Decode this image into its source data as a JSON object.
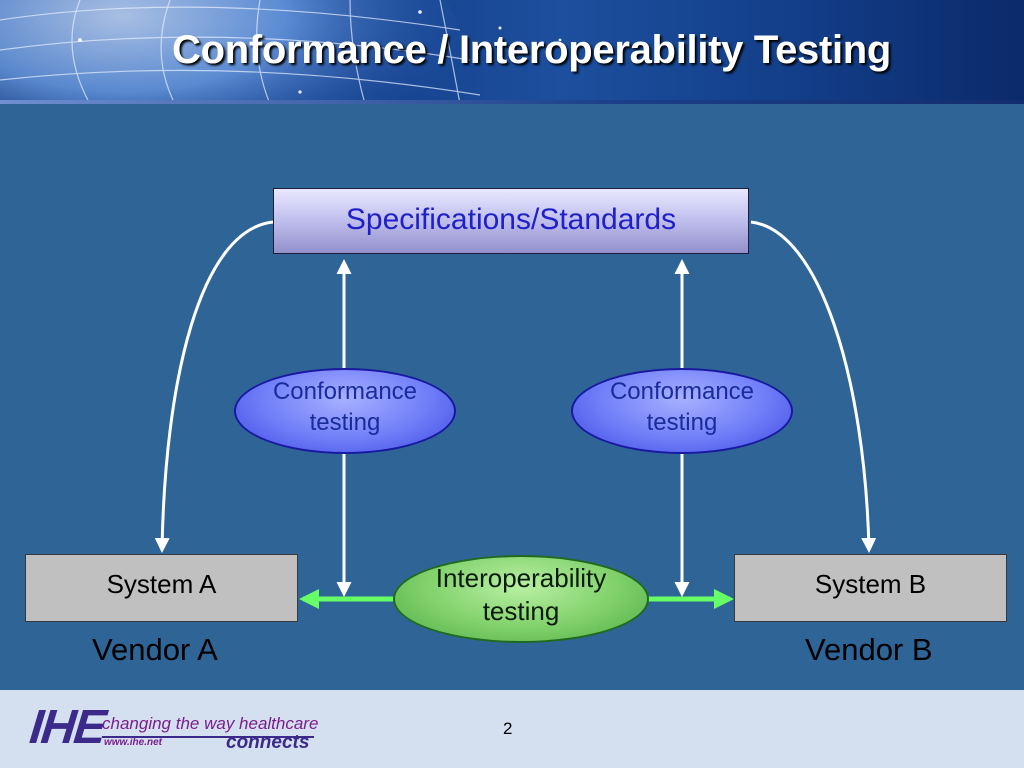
{
  "slide": {
    "title": "Conformance / Interoperability Testing",
    "page_number": "2"
  },
  "diagram": {
    "specifications": "Specifications/Standards",
    "conformance_a": {
      "line1": "Conformance",
      "line2": "testing"
    },
    "conformance_b": {
      "line1": "Conformance",
      "line2": "testing"
    },
    "interoperability": {
      "line1": "Interoperability",
      "line2": "testing"
    },
    "system_a": "System A",
    "system_b": "System B",
    "vendor_a": "Vendor A",
    "vendor_b": "Vendor B"
  },
  "footer": {
    "logo_text": "IHE",
    "tagline": "changing the way healthcare",
    "url": "www.ihe.net",
    "connects": "connects"
  },
  "colors": {
    "background": "#2f6496",
    "spec_text": "#2020c8",
    "conformance_fill": "#6f7df8",
    "interop_fill": "#7fd06a",
    "interop_arrow": "#66ff66",
    "system_fill": "#c0c0c0",
    "footer_bg": "#d4e0ef",
    "logo_purple": "#3b2a8a",
    "logo_magenta": "#7a1e8c"
  }
}
